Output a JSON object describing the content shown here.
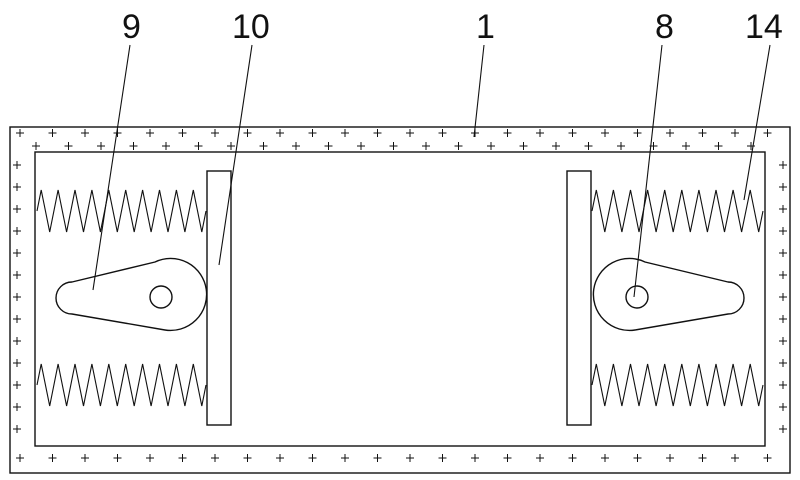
{
  "diagram": {
    "labels": [
      {
        "id": "label-9",
        "text": "9"
      },
      {
        "id": "label-10",
        "text": "10"
      },
      {
        "id": "label-1",
        "text": "1"
      },
      {
        "id": "label-8",
        "text": "8"
      },
      {
        "id": "label-14",
        "text": "14"
      }
    ],
    "colors": {
      "line": "#111111",
      "background": "#ffffff"
    }
  }
}
